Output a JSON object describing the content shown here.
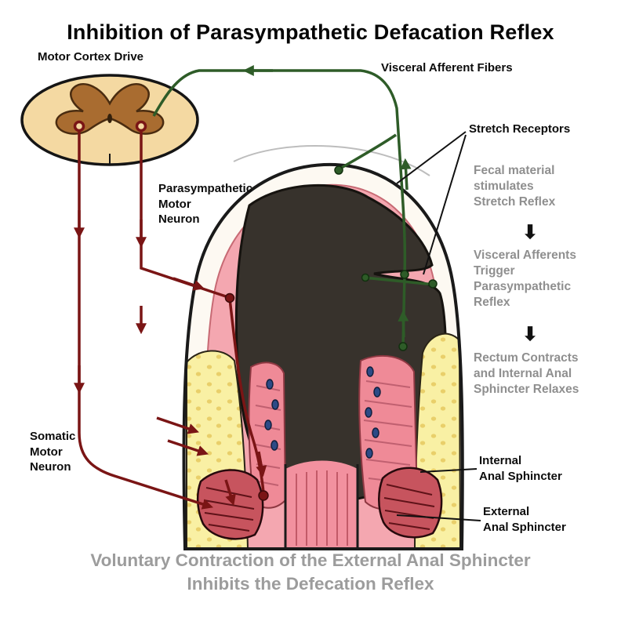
{
  "title": "Inhibition of Parasympathetic Defacation Reflex",
  "labels": {
    "motor_cortex_drive": "Motor Cortex Drive",
    "visceral_afferent_fibers": "Visceral Afferent Fibers",
    "stretch_receptors": "Stretch Receptors",
    "parasympathetic_motor_neuron": "Parasympathetic\nMotor\nNeuron",
    "somatic_motor_neuron": "Somatic\nMotor\nNeuron",
    "internal_anal_sphincter": "Internal\nAnal Sphincter",
    "external_anal_sphincter": "External\nAnal Sphincter"
  },
  "flow_panel": {
    "steps": [
      "Fecal material\nstimulates\nStretch Reflex",
      "Visceral Afferents\nTrigger\nParasympathetic\nReflex",
      "Rectum Contracts\nand Internal Anal\nSphincter Relaxes"
    ],
    "arrow_icon": "⬇"
  },
  "caption": "Voluntary Contraction of the External Anal Sphincter\nInhibits the Defecation Reflex",
  "colors": {
    "motor_pathway_red": "#7a1515",
    "afferent_pathway_green": "#2e5c28",
    "flow_text_gray": "#8f8f8f",
    "caption_gray": "#9c9c9c"
  }
}
